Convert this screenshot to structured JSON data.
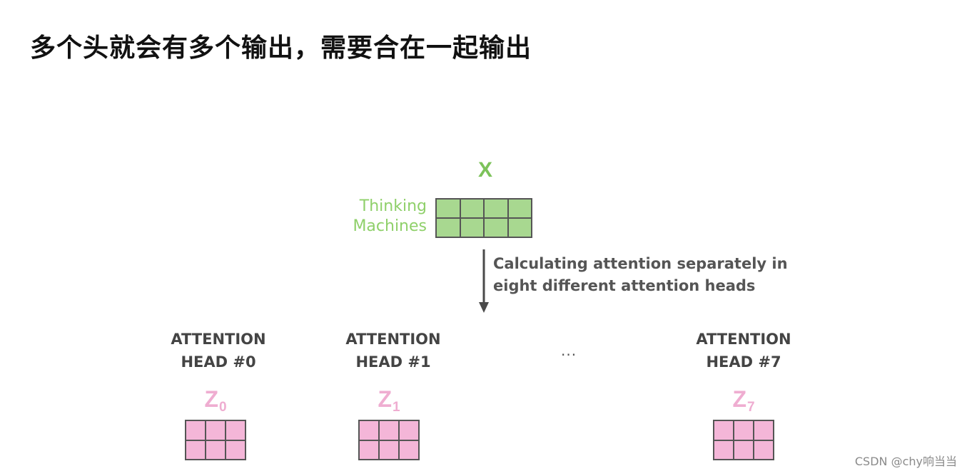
{
  "title": "多个头就会有多个输出，需要合在一起输出",
  "input": {
    "label": "X",
    "words": [
      "Thinking",
      "Machines"
    ],
    "color": "#7cc25a",
    "cell_color": "#a8d890"
  },
  "arrow_caption": {
    "line1": "Calculating attention separately in",
    "line2": "eight different attention heads"
  },
  "heads": [
    {
      "line1": "ATTENTION",
      "line2": "HEAD #0",
      "z": "Z",
      "sub": "0"
    },
    {
      "line1": "ATTENTION",
      "line2": "HEAD #1",
      "z": "Z",
      "sub": "1"
    },
    {
      "line1": "ATTENTION",
      "line2": "HEAD #7",
      "z": "Z",
      "sub": "7"
    }
  ],
  "ellipsis": "...",
  "output_colors": {
    "label": "#efadd1",
    "cell": "#f4b6d8"
  },
  "watermark": "CSDN @chy响当当"
}
